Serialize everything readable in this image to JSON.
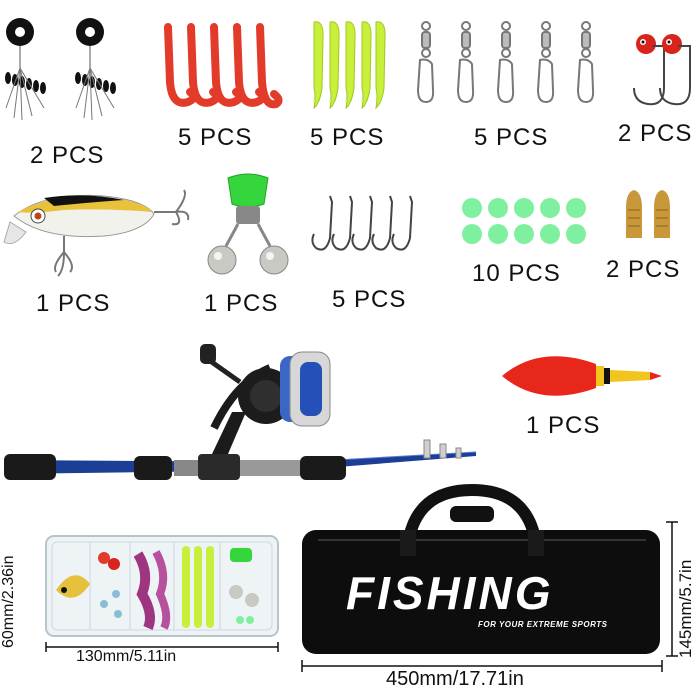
{
  "items": [
    {
      "name": "float-stoppers",
      "qty": "2 PCS"
    },
    {
      "name": "soft-worm-lures",
      "qty": "5 PCS"
    },
    {
      "name": "soft-shad-lures",
      "qty": "5 PCS"
    },
    {
      "name": "snap-swivels",
      "qty": "5 PCS"
    },
    {
      "name": "jig-heads",
      "qty": "2 PCS"
    },
    {
      "name": "crankbait-lure",
      "qty": "1 PCS"
    },
    {
      "name": "bite-alarm-bells",
      "qty": "1 PCS"
    },
    {
      "name": "offset-hooks",
      "qty": "5 PCS"
    },
    {
      "name": "glow-beads",
      "qty": "10 PCS"
    },
    {
      "name": "bullet-weights",
      "qty": "2 PCS"
    },
    {
      "name": "fishing-float",
      "qty": "1 PCS"
    }
  ],
  "bag": {
    "title": "FISHING",
    "tagline": "FOR YOUR EXTREME SPORTS"
  },
  "dimensions": {
    "box_height": "60mm/2.36in",
    "box_width": "130mm/5.11in",
    "bag_height": "145mm/5.7in",
    "bag_width": "450mm/17.71in"
  },
  "colors": {
    "rod_blue": "#1c3f95",
    "grip_black": "#1a1a1a",
    "lure_red": "#e23b2a",
    "lure_yellow_green": "#c8ef3a",
    "bead_green": "#7ff0a0",
    "brass": "#c8973a",
    "float_red": "#e8271b",
    "float_yellow": "#f2c51e"
  }
}
